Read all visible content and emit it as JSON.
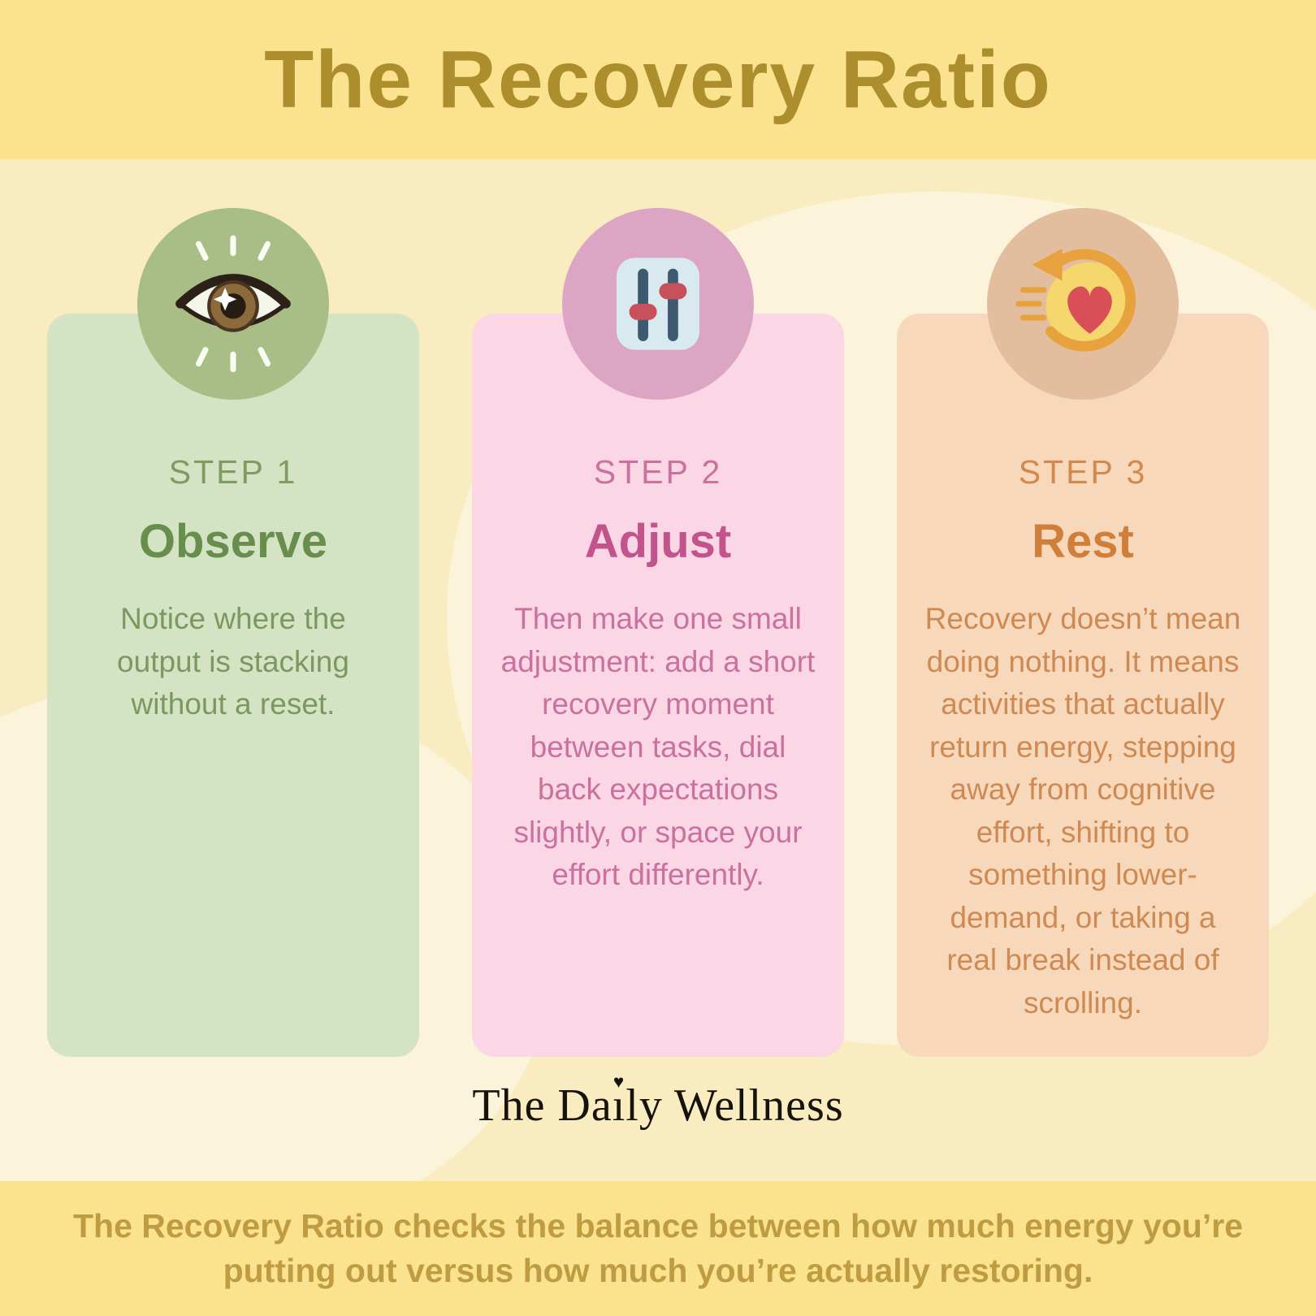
{
  "title": "The Recovery Ratio",
  "steps": [
    {
      "label": "STEP 1",
      "title": "Observe",
      "body": "Notice where the output is stacking without a reset.",
      "icon": "eye-icon",
      "accent": "#688E4E",
      "card_bg": "#D5E3C5",
      "circle_bg": "#A9BE86"
    },
    {
      "label": "STEP 2",
      "title": "Adjust",
      "body": "Then make one small adjustment: add a short recovery moment between tasks, dial back expectations slightly, or space your effort differently.",
      "icon": "sliders-icon",
      "accent": "#C2538C",
      "card_bg": "#FBD7E5",
      "circle_bg": "#DDA5C4"
    },
    {
      "label": "STEP 3",
      "title": "Rest",
      "body": "Recovery doesn’t mean doing nothing. It means activities that actually return energy, stepping away from cognitive effort, shifting to something lower-demand, or taking a real break instead of scrolling.",
      "icon": "heart-refresh-icon",
      "accent": "#D07F3A",
      "card_bg": "#F8D8BB",
      "circle_bg": "#E2BD9E"
    }
  ],
  "logo": {
    "text": "The Daily Wellness",
    "prefix": "The Da",
    "dotless_i": "ı",
    "suffix": "ly Wellness",
    "heart": "♥"
  },
  "footer": "The Recovery Ratio checks the balance between how much energy you’re putting out versus how much you’re actually restoring.",
  "colors": {
    "band": "#FBE28E",
    "background": "#F9ECC1",
    "blob": "#FCF4DA",
    "title_text": "#AC8E2D",
    "footer_text": "#BF9C42",
    "logo_text": "#16130C"
  }
}
